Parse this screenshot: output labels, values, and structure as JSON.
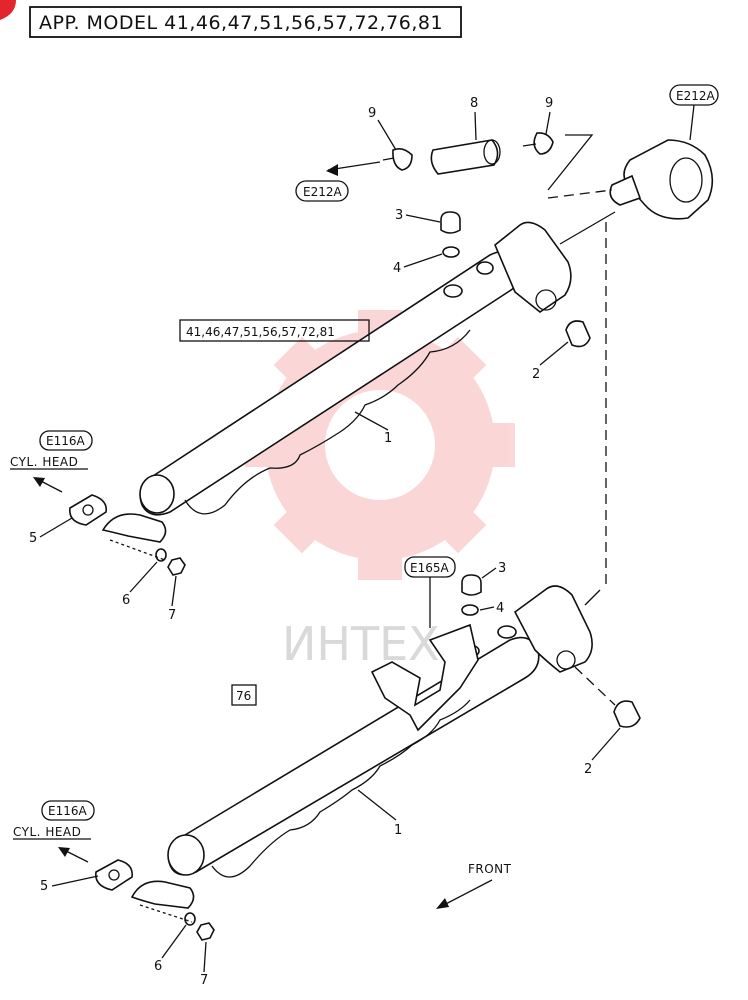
{
  "header": {
    "title": "APP. MODEL 41,46,47,51,56,57,72,76,81"
  },
  "references": {
    "e212a_top": "E212A",
    "e212a_left": "E212A",
    "e116a_upper": "E116A",
    "e116a_lower": "E116A",
    "e165a": "E165A"
  },
  "labels": {
    "cyl_head_upper": "CYL. HEAD",
    "cyl_head_lower": "CYL. HEAD",
    "front": "FRONT",
    "models_upper": "41,46,47,51,56,57,72,81",
    "model_lower": "76"
  },
  "callouts": {
    "upper": [
      "9",
      "8",
      "9",
      "3",
      "4",
      "2",
      "1",
      "5",
      "6",
      "7"
    ],
    "lower": [
      "3",
      "4",
      "2",
      "1",
      "5",
      "6",
      "7"
    ]
  },
  "watermark": {
    "text": "ИНТЕХ",
    "color": "#e8232a"
  },
  "corner_badge_color": "#e3262e"
}
